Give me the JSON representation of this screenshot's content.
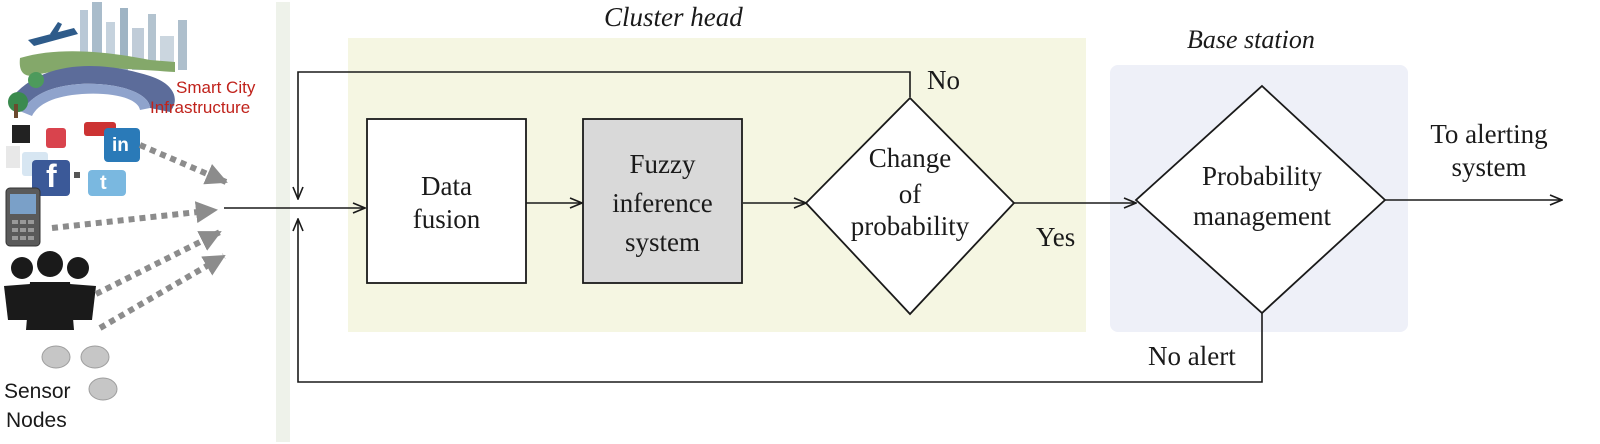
{
  "regions": {
    "cluster_head": "Cluster head",
    "base_station": "Base station"
  },
  "sources": {
    "smart_city_line1": "Smart City",
    "smart_city_line2": "Infrastructure",
    "sensor_line1": "Sensor",
    "sensor_line2": "Nodes",
    "icon_facebook": "f",
    "icon_linkedin": "in",
    "icon_twitter": "t"
  },
  "nodes": {
    "data_fusion_line1": "Data",
    "data_fusion_line2": "fusion",
    "fuzzy_line1": "Fuzzy",
    "fuzzy_line2": "inference",
    "fuzzy_line3": "system",
    "change_line1": "Change",
    "change_line2": "of",
    "change_line3": "probability",
    "prob_line1": "Probability",
    "prob_line2": "management"
  },
  "edges": {
    "no": "No",
    "yes": "Yes",
    "no_alert": "No alert",
    "to_alert_line1": "To alerting",
    "to_alert_line2": "system"
  },
  "colors": {
    "cluster_bg": "#f5f6e2",
    "station_bg": "#eef0f8",
    "fuzzy_fill": "#d9d9d9",
    "smart_city_text": "#c0221b",
    "dashed_arrow": "#8c8c8c",
    "sensor_gray": "#c6c6c6"
  }
}
